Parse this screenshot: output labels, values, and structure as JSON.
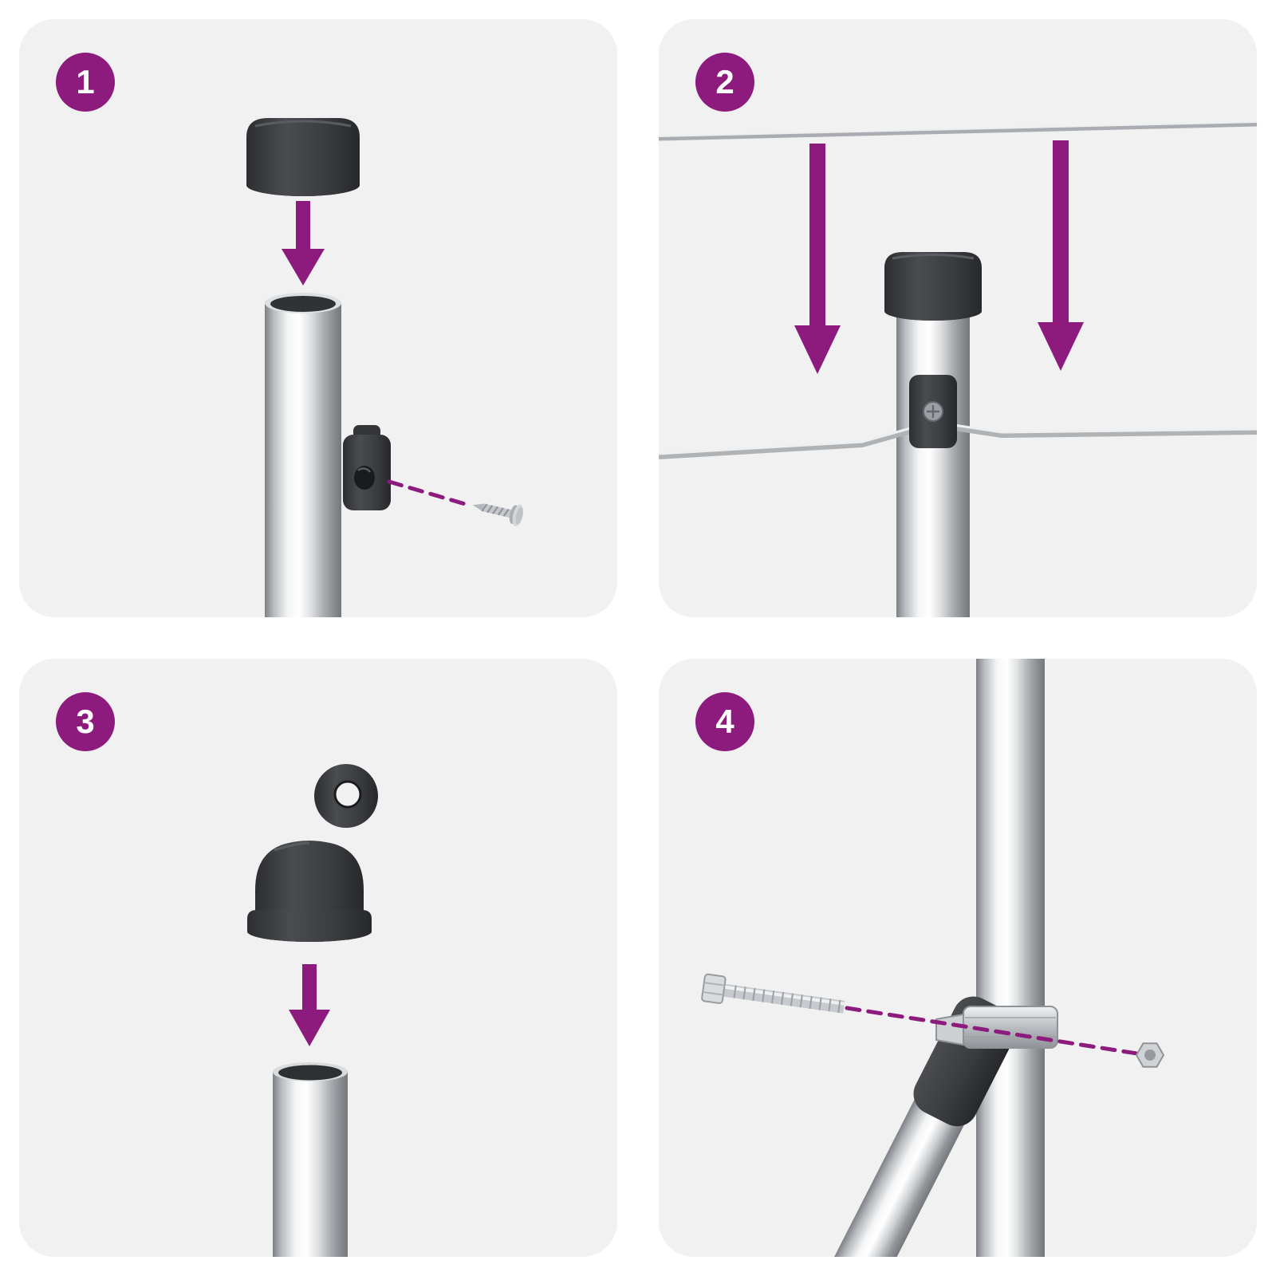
{
  "page": {
    "background": "#ffffff",
    "panel_background": "#f1f1f2",
    "accent_color": "#8d1a7d",
    "dark_part_color": "#3a3c40",
    "metal_color": "#c7cacd"
  },
  "steps": [
    {
      "number": "1"
    },
    {
      "number": "2"
    },
    {
      "number": "3"
    },
    {
      "number": "4"
    }
  ]
}
